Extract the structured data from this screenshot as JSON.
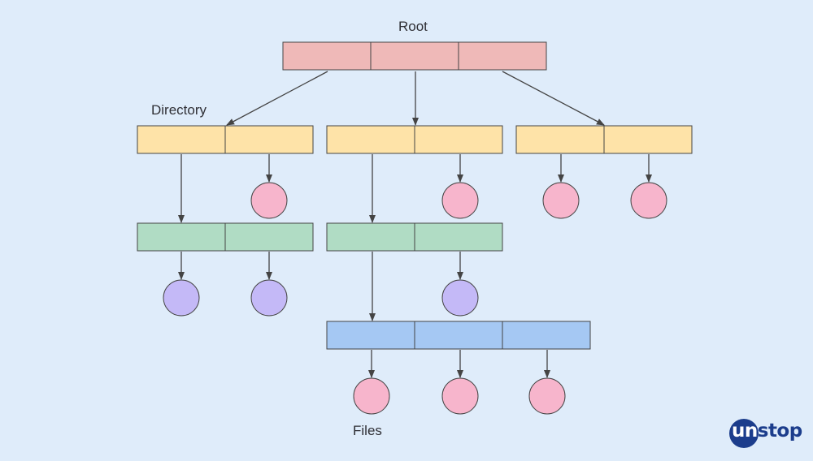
{
  "labels": {
    "root": "Root",
    "directory": "Directory",
    "files": "Files"
  },
  "logo": {
    "text_part1": "un",
    "text_part2": "stop"
  },
  "colors": {
    "background": "#dfecfa",
    "root_block": "#efb9b8",
    "directory_block": "#fee3a8",
    "subdirectory_block": "#b0dcc4",
    "leaf_directory_block": "#a5c8f3",
    "file_node_pink": "#f7b5cc",
    "file_node_purple": "#c4b9f7",
    "stroke": "#444444",
    "logo": "#1c3d8c"
  }
}
